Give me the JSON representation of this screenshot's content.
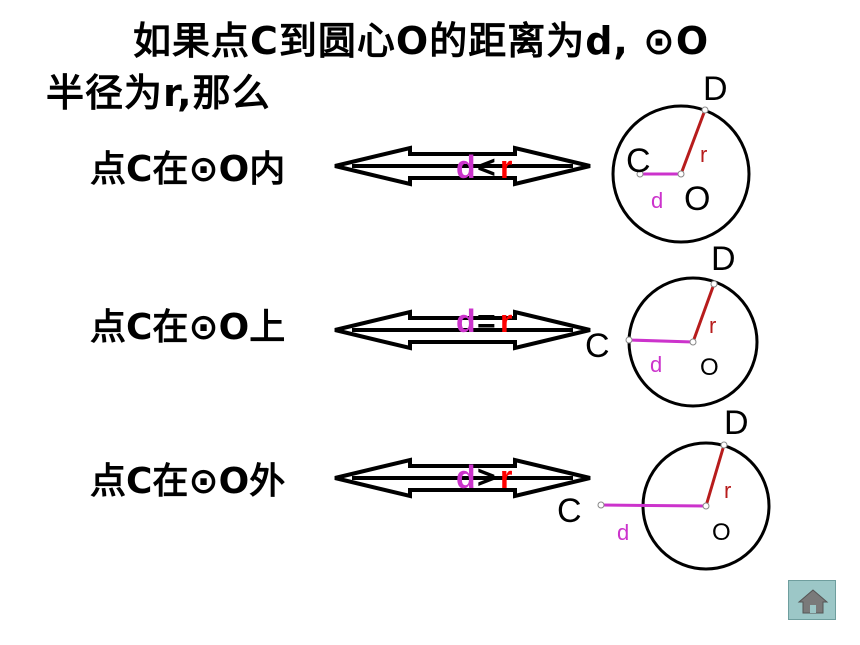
{
  "title": {
    "line1": "如果点C到圆心O的距离为d, ⊙O",
    "line2": "半径为r,那么"
  },
  "rows": [
    {
      "label": "点C在⊙O内",
      "d": "d",
      "relation": "<",
      "r": "r"
    },
    {
      "label": "点C在⊙O上",
      "d": "d",
      "relation": "=",
      "r": "r"
    },
    {
      "label": "点C在⊙O外",
      "d": "d",
      "relation": ">",
      "r": "r"
    }
  ],
  "circles": [
    {
      "point_c": "C",
      "point_d": "D",
      "center": "O",
      "radius_label": "r",
      "distance_label": "d"
    },
    {
      "point_c": "C",
      "point_d": "D",
      "center": "O",
      "radius_label": "r",
      "distance_label": "d"
    },
    {
      "point_c": "C",
      "point_d": "D",
      "center": "O",
      "radius_label": "r",
      "distance_label": "d"
    }
  ],
  "colors": {
    "d": "#cc33cc",
    "r": "#ff0000",
    "radius_line": "#b71c1c",
    "distance_line": "#cc33cc",
    "home_button": "#9cc7c7"
  },
  "home_button": {
    "icon": "home-icon"
  }
}
